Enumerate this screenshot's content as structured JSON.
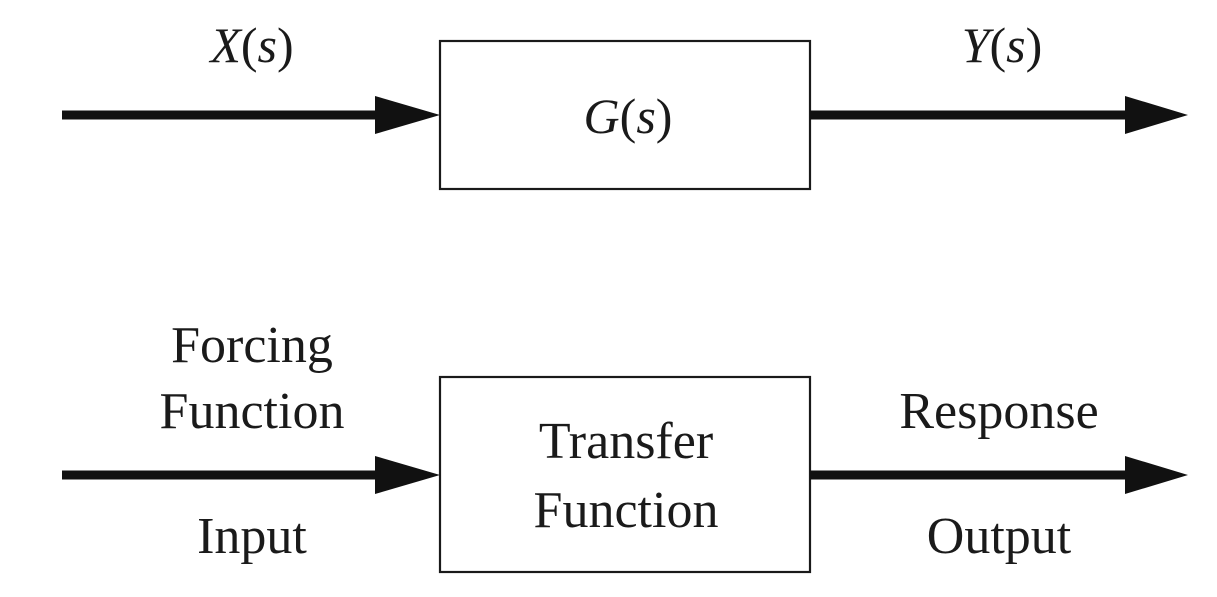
{
  "top_row": {
    "input_label": "X(s)",
    "input_label_parts": {
      "symbol": "X",
      "open": "(",
      "arg": "s",
      "close": ")"
    },
    "block_label": "G(s)",
    "block_label_parts": {
      "symbol": "G",
      "open": "(",
      "arg": "s",
      "close": ")"
    },
    "output_label": "Y(s)",
    "output_label_parts": {
      "symbol": "Y",
      "open": "(",
      "arg": "s",
      "close": ")"
    }
  },
  "bottom_row": {
    "input_above_line1": "Forcing",
    "input_above_line2": "Function",
    "input_below": "Input",
    "block_line1": "Transfer",
    "block_line2": "Function",
    "output_above": "Response",
    "output_below": "Output"
  }
}
